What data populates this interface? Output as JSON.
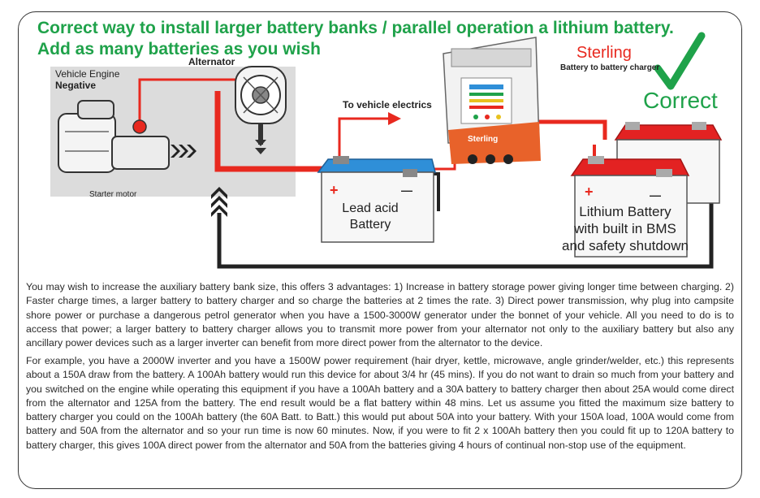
{
  "title": {
    "line1": "Correct way to install larger battery banks / parallel operation a lithium battery.",
    "line2": "Add as many batteries as you wish"
  },
  "labels": {
    "alternator": "Alternator",
    "engine_line1": "Vehicle Engine",
    "engine_line2": "Negative",
    "starter_motor": "Starter motor",
    "vehicle_electrics": "To vehicle electrics",
    "brand": "Sterling",
    "charger": "Battery to battery charger",
    "charger_brand_plate": "Sterling",
    "correct": "Correct",
    "lead_acid_line1": "Lead acid",
    "lead_acid_line2": "Battery",
    "lithium_line1": "Lithium Battery",
    "lithium_line2": "with built in BMS",
    "lithium_line3": "and safety shutdown",
    "plus": "+",
    "minus": "—"
  },
  "paragraphs": {
    "p1": "You may wish to increase the auxiliary battery bank size, this offers 3 advantages: 1) Increase in battery storage power giving longer time between charging. 2) Faster charge times, a larger battery to battery charger and so charge the batteries at 2 times the rate. 3) Direct power transmission, why plug into campsite shore power or purchase a dangerous petrol generator when you have a 1500-3000W generator under the bonnet of your vehicle. All you need to do is to access that power; a larger battery to battery charger allows you to transmit more power from your alternator not only to the auxiliary battery but also any ancillary power devices such as a larger inverter can benefit from more direct power from the alternator to the device.",
    "p2": "For example, you have a 2000W inverter and you have a 1500W power requirement (hair dryer, kettle, microwave, angle grinder/welder, etc.) this represents about a 150A draw from the battery. A 100Ah battery would run this device for about 3/4 hr (45 mins). If you do not want to drain so much from your battery and you switched on the engine while operating this equipment if you have a 100Ah battery and a 30A battery to battery charger then about 25A would come direct from the alternator and 125A from the battery. The end result would be a flat battery within 48 mins. Let us assume you fitted the maximum size battery to battery charger you could on the 100Ah battery (the 60A Batt. to Batt.) this would put about 50A into your battery. With your 150A load, 100A would come from battery and 50A from the alternator and so your run time is now 60 minutes. Now, if you were to fit 2 x 100Ah battery then you could fit up to 120A battery to battery charger, this gives 100A direct power from the alternator and 50A from the batteries giving 4 hours of continual non-stop use of the equipment."
  },
  "colors": {
    "title_green": "#1fa24a",
    "wire_red": "#e8291f",
    "wire_black": "#222222",
    "lead_acid_blue": "#2f8fd8",
    "lithium_red": "#e32222",
    "charger_orange": "#e8622a",
    "brand_red": "#e8291f"
  },
  "icons": [
    "alternator-icon",
    "starter-motor-icon",
    "charger-unit-icon",
    "checkmark-icon",
    "arrow-right-icon",
    "chevron-up-icon",
    "chevron-right-icon"
  ]
}
